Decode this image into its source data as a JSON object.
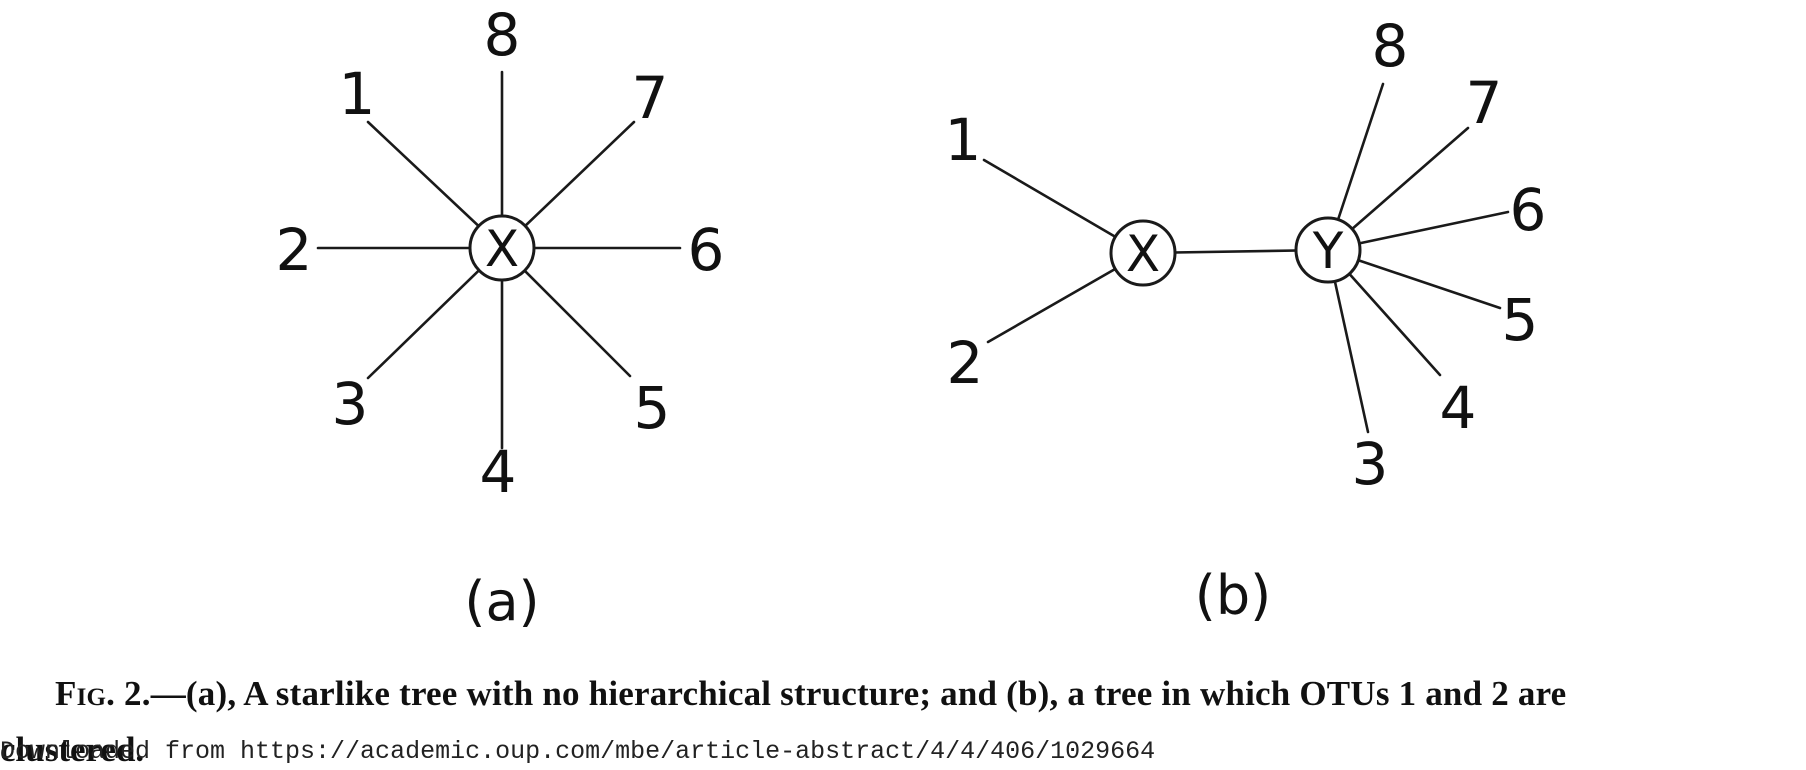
{
  "tree_a": {
    "center_label": "X",
    "leaf_labels": [
      "1",
      "2",
      "3",
      "4",
      "5",
      "6",
      "7",
      "8"
    ],
    "panel_label": "(a)"
  },
  "tree_b": {
    "node_labels": [
      "X",
      "Y"
    ],
    "leaf_labels": [
      "1",
      "2",
      "3",
      "4",
      "5",
      "6",
      "7",
      "8"
    ],
    "panel_label": "(b)"
  },
  "caption": {
    "fig_label": "Fig. 2.",
    "text": "—(a), A starlike tree with no hierarchical structure; and (b), a tree in which OTUs 1 and 2 are",
    "text_line2": "clustered."
  },
  "download_note": "Downloaded from https://academic.oup.com/mbe/article-abstract/4/4/406/1029664"
}
